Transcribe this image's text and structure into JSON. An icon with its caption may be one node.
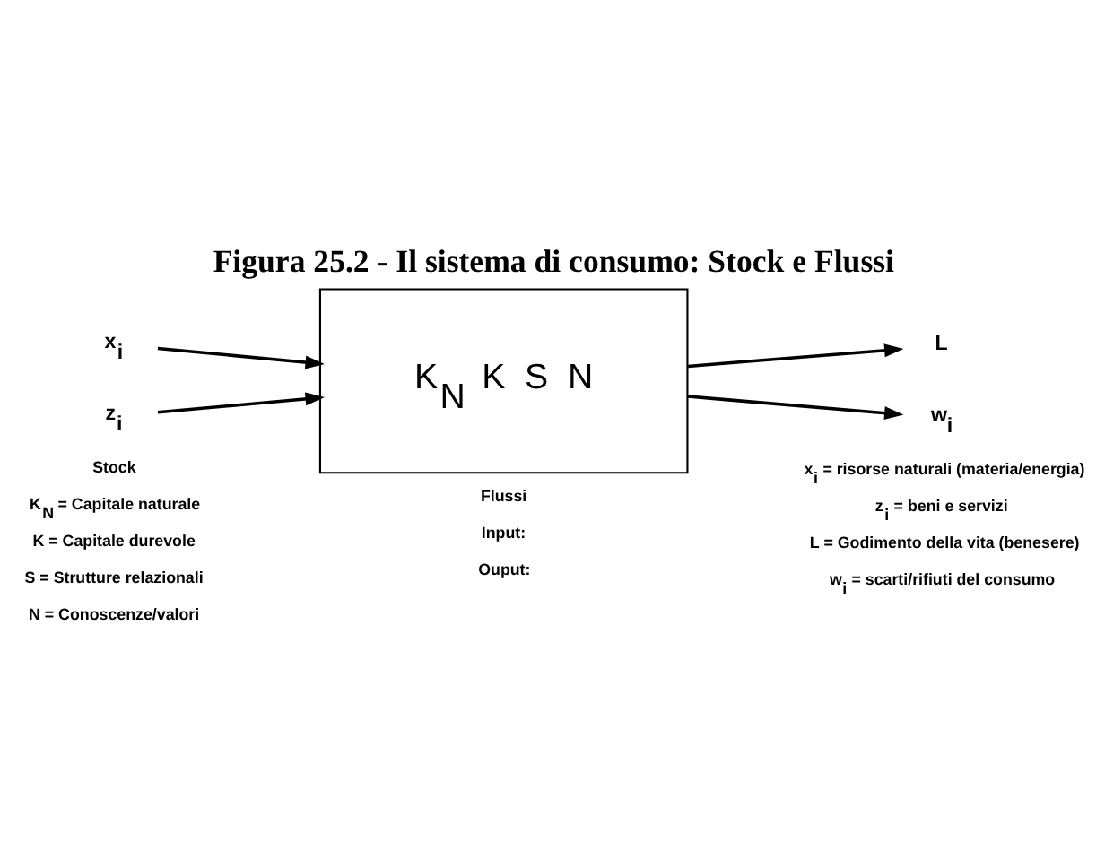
{
  "diagram": {
    "title": "Figura 25.2 - Il sistema di consumo: Stock e Flussi",
    "nodes": [
      {
        "text": [
          "x$_{i}$"
        ]
      },
      {
        "text": [
          "z$_{i}$"
        ]
      },
      {
        "text": [
          "K$_{N}$  K  S  N"
        ]
      },
      {
        "text": [
          "L"
        ]
      },
      {
        "text": [
          "w$_{i}$"
        ]
      }
    ],
    "edges": [
      {
        "from": 0,
        "to": 2,
        "arrow": "to"
      },
      {
        "from": 1,
        "to": 2,
        "arrow": "to"
      },
      {
        "from": 2,
        "to": 3,
        "arrow": "to"
      },
      {
        "from": 2,
        "to": 4,
        "arrow": "to"
      }
    ],
    "labels": [
      "Stock",
      "Flussi",
      "K$_{N}$ = Capitale naturale",
      "Input:",
      "x$_{i}$ = risorse naturali (materia/energia)",
      "K = Capitale durevole",
      "z$_{i}$ = beni e servizi",
      "S = Strutture relazionali",
      "Ouput:",
      "L = Godimento della vita (benesere)",
      "N = Conoscenze/valori",
      "w$_{i}$ = scarti/rifiuti del consumo"
    ]
  }
}
